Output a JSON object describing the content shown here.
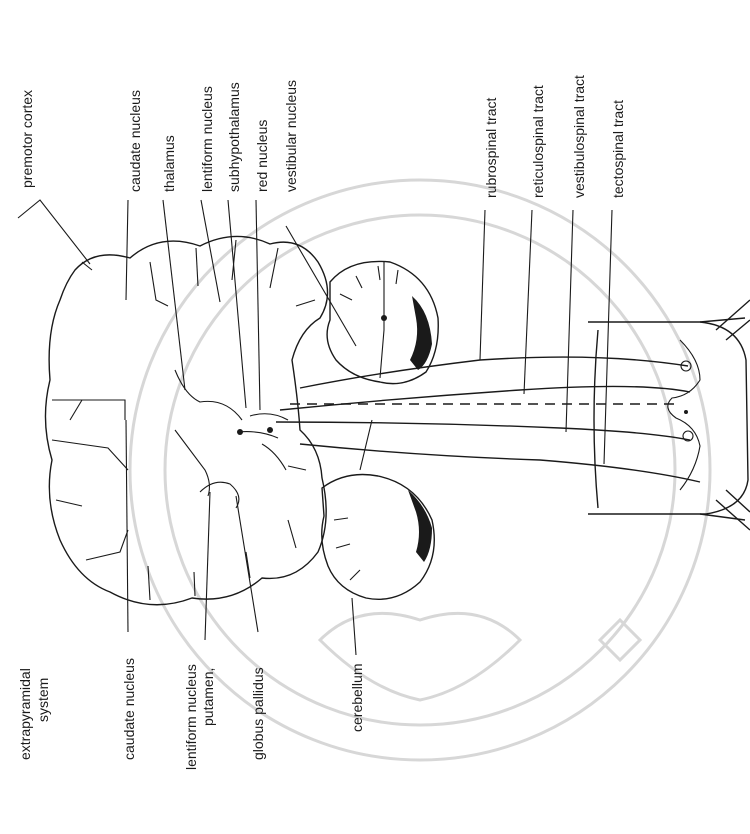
{
  "labels": {
    "premotor_cortex": "premotor cortex",
    "caudate_nucleus_top": "caudate nucleus",
    "thalamus": "thalamus",
    "lentiform_nucleus_top": "lentiform nucleus",
    "subhypothalamus": "subhypothalamus",
    "red_nucleus": "red nucleus",
    "vestibular_nucleus": "vestibular nucleus",
    "rubrospinal_tract": "rubrospinal tract",
    "reticulospinal_tract": "reticulospinal tract",
    "vestibulospinal_tract": "vestibulospinal tract",
    "tectospinal_tract": "tectospinal tract",
    "extrapyramidal_system_1": "extrapyramidal",
    "extrapyramidal_system_2": "system",
    "caudate_nucleus_bottom": "caudate nucleus",
    "lentiform_nucleus_bottom_1": "lentiform nucleus",
    "lentiform_nucleus_bottom_2": "putamen,",
    "globus_pallidus": "globus pallidus",
    "cerebellum": "cerebellum"
  }
}
